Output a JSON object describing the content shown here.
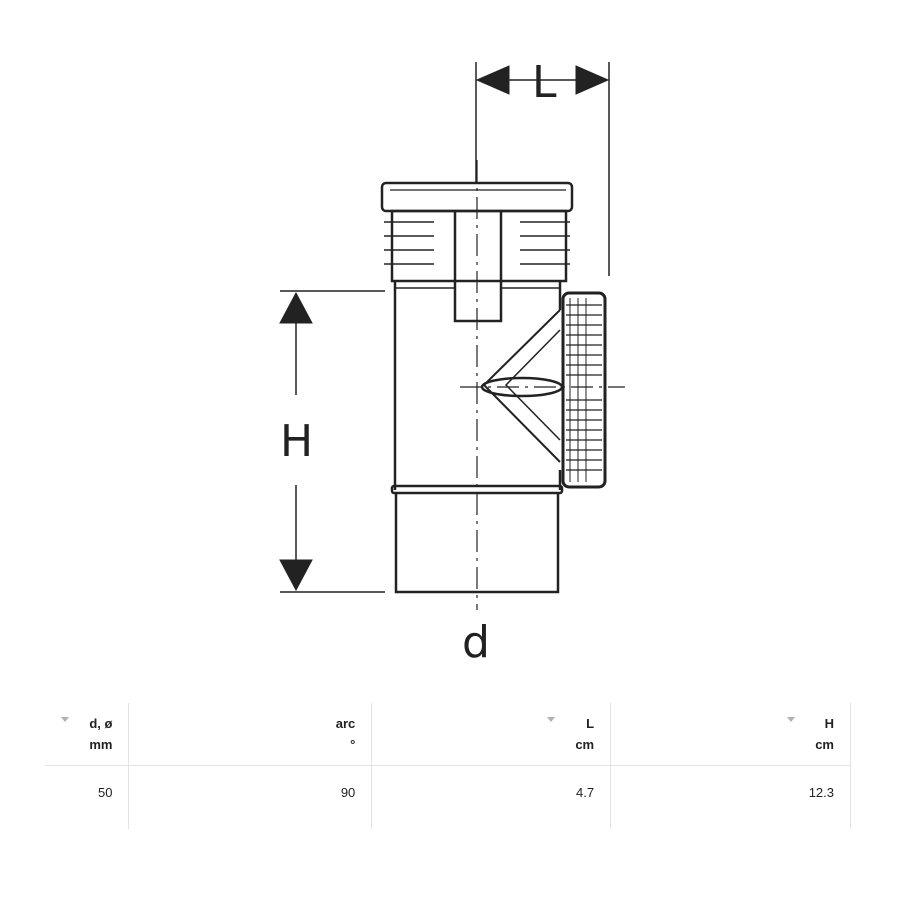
{
  "drawing": {
    "labels": {
      "length": "L",
      "height": "H",
      "diameter": "d"
    }
  },
  "table": {
    "columns": [
      {
        "name": "d, ø",
        "unit": "mm",
        "sortable": true,
        "sort_icon": "sort-down-icon"
      },
      {
        "name": "arc",
        "unit": "°",
        "sortable": false
      },
      {
        "name": "L",
        "unit": "cm",
        "sortable": true,
        "sort_icon": "sort-down-icon"
      },
      {
        "name": "H",
        "unit": "cm",
        "sortable": true,
        "sort_icon": "sort-down-icon"
      }
    ],
    "rows": [
      [
        "50",
        "90",
        "4.7",
        "12.3"
      ]
    ]
  }
}
